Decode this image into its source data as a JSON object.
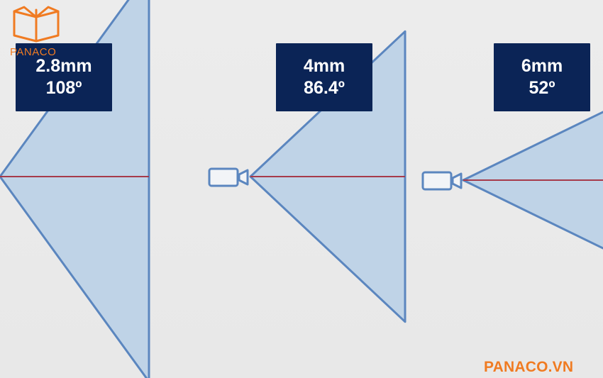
{
  "colors": {
    "background": "#ebebeb",
    "fov_fill": "#b7cfe6",
    "fov_stroke": "#5b86bf",
    "center_axis": "#a63a4a",
    "label_bg": "#0b2456",
    "label_text": "#ffffff",
    "brand": "#f07b22"
  },
  "brand": {
    "name": "PANACO",
    "website": "PANACO.VN",
    "logo_icon": "open-book-icon"
  },
  "lenses": [
    {
      "focal_length": "2.8mm",
      "angle_label": "108º",
      "angle_degrees": 108,
      "camera_icon": "none"
    },
    {
      "focal_length": "4mm",
      "angle_label": "86.4º",
      "angle_degrees": 86.4,
      "camera_icon": "camera-icon"
    },
    {
      "focal_length": "6mm",
      "angle_label": "52º",
      "angle_degrees": 52,
      "camera_icon": "camera-icon"
    }
  ]
}
